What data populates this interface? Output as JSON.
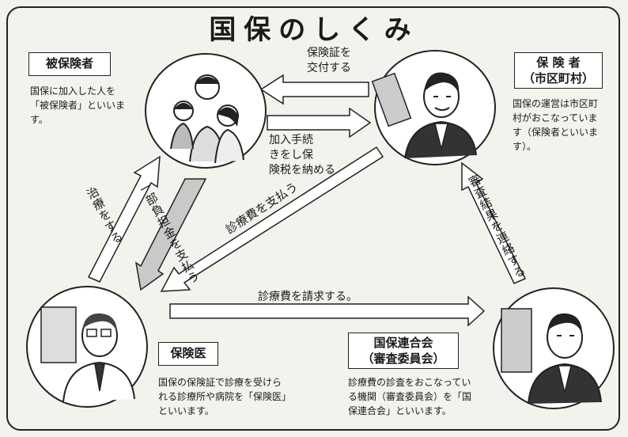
{
  "title": "国保のしくみ",
  "parties": {
    "insured": {
      "label": "被保険者",
      "desc": [
        "国保に加入した人を",
        "「被保険者」といいま",
        "す。"
      ]
    },
    "insurer": {
      "label_line1": "保 険 者",
      "label_line2": "（市区町村）",
      "desc": [
        "国保の運営は市区町",
        "村がおこなっていま",
        "す（保険者といいま",
        "す）。"
      ]
    },
    "doctor": {
      "label": "保険医",
      "desc": [
        "国保の保険証で診療を受けら",
        "れる診療所や病院を「保険医」",
        "といいます。"
      ]
    },
    "federation": {
      "label_line1": "国保連合会",
      "label_line2": "（審査委員会）",
      "desc": [
        "診療費の診査をおこなってい",
        "る機関（審査委員会）を「国",
        "保連合会」といいます。"
      ]
    }
  },
  "flows": {
    "issue_card": [
      "保険証を",
      "交付する"
    ],
    "enroll_pay": [
      "加入手続",
      "きをし保",
      "険税を納める"
    ],
    "treat": "治療をする",
    "copay": "一部負担金を支払う",
    "pay_fee": "診療費を支払う",
    "claim": "診療費を請求する。",
    "report": "審査結果を連絡する"
  }
}
